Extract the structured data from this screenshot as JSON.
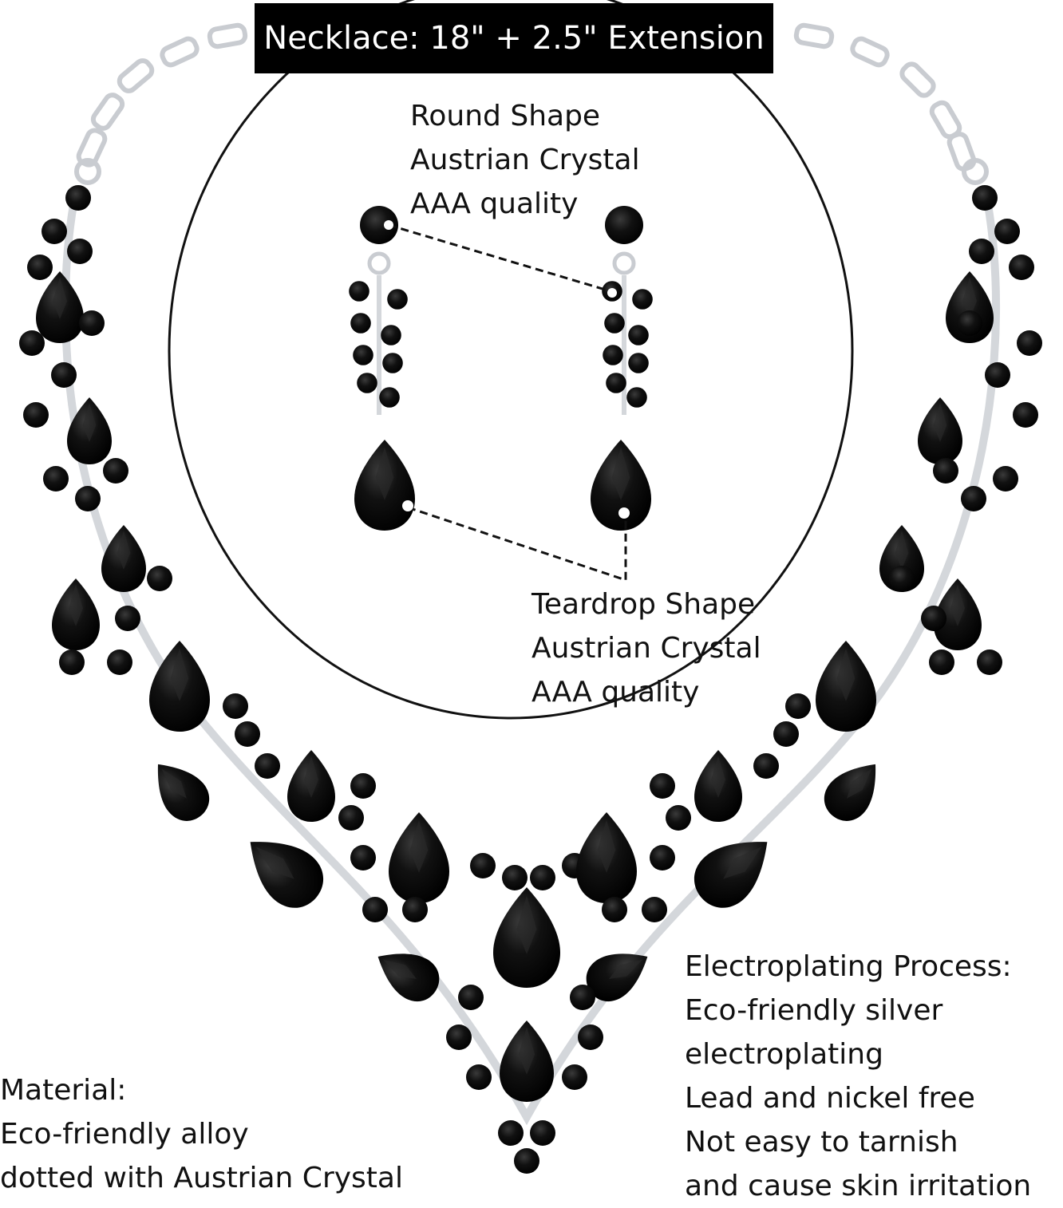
{
  "title": {
    "text": "Necklace: 18\" + 2.5\" Extension"
  },
  "callouts": {
    "round": {
      "lines": [
        "Round Shape",
        "Austrian Crystal",
        "AAA quality"
      ]
    },
    "teardrop": {
      "lines": [
        "Teardrop Shape",
        "Austrian Crystal",
        "AAA quality"
      ]
    },
    "electroplating": {
      "lines": [
        "Electroplating Process:",
        "Eco-friendly silver",
        "electroplating",
        "Lead and nickel free",
        "Not easy to tarnish",
        "and cause skin irritation"
      ]
    },
    "material": {
      "lines": [
        "Material:",
        "Eco-friendly alloy",
        "dotted with Austrian Crystal"
      ]
    }
  },
  "colors": {
    "crystal": "#0b0b0b",
    "silver": "#c9ccd1",
    "background": "#ffffff",
    "title_bg": "#000000",
    "title_text": "#ffffff"
  },
  "product": {
    "items": [
      "necklace",
      "earring-left",
      "earring-right"
    ]
  }
}
